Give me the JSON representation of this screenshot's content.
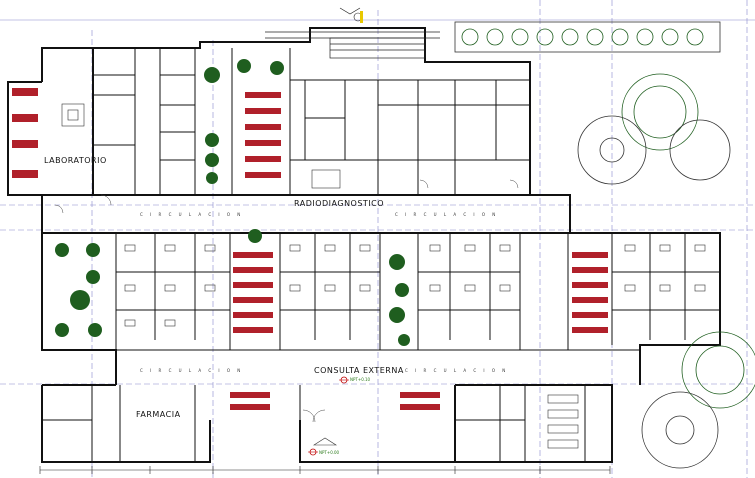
{
  "colors": {
    "wall": "#111111",
    "grid": "#7f7fc8",
    "tree": "#1f5e1f",
    "bed": "#b0202a",
    "level": "#2a7a1a",
    "marker": "#c00000",
    "north": "#e8c800"
  },
  "labels": {
    "laboratorio": "LABORATORIO",
    "radiodiagnostico": "RADIODIAGNOSTICO",
    "consulta_externa": "CONSULTA EXTERNA",
    "farmacia": "FARMACIA",
    "circulacion_1": "C I R C U L A C I O N",
    "circulacion_2": "C I R C U L A C I O N",
    "circulacion_3": "C I R C U L A C I O N",
    "circulacion_4": "C I R C U L A C I O N",
    "level_1": "NPT+0.10",
    "level_2": "NPT+0.00"
  }
}
